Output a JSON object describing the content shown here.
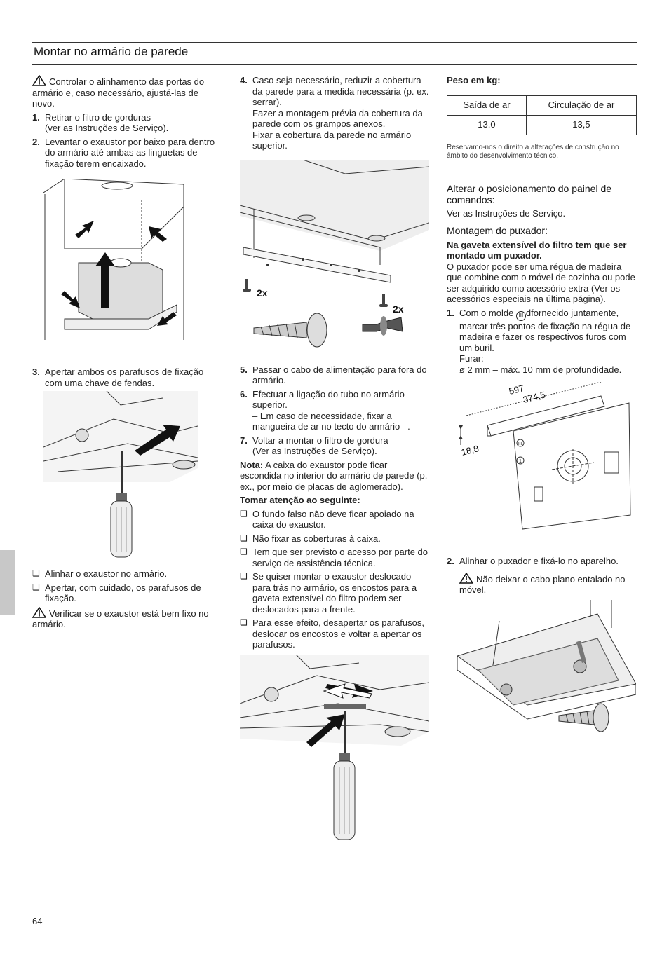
{
  "header": {
    "title": "Montar no armário de parede"
  },
  "col1": {
    "warning1": "Controlar o alinhamento das portas do armário e, caso necessário, ajustá-las de novo.",
    "steps": [
      {
        "n": "1.",
        "text": "Retirar o filtro de gorduras",
        "text2": "(ver as Instruções de Serviço)."
      },
      {
        "n": "2.",
        "text": "Levantar o exaustor por baixo para dentro do armário até ambas as linguetas de fixação terem encaixado."
      }
    ],
    "step3": {
      "n": "3.",
      "text": "Apertar ambos os parafusos de fixação com uma chave de fendas."
    },
    "checks": [
      "Alinhar o exaustor no armário.",
      "Apertar, com cuidado,  os parafusos de fixação."
    ],
    "warning2": "Verificar se o exaustor está bem fixo no armário."
  },
  "col2": {
    "step4": {
      "n": "4.",
      "line1": "Caso seja necessário, reduzir a cobertura da parede para a medida necessária (p. ex. serrar).",
      "line2": "Fazer a montagem prévia da cobertura da parede com os grampos anexos.",
      "line3": "Fixar a cobertura da parede no armário superior."
    },
    "fig_label_a": "2x",
    "fig_label_b": "2x",
    "steps": [
      {
        "n": "5.",
        "text": "Passar o cabo de alimentação  para fora do armário."
      },
      {
        "n": "6.",
        "text": "Efectuar a ligação do tubo no armário superior.",
        "text2": "– Em caso de necessidade, fixar a mangueira de ar no tecto do armário –."
      },
      {
        "n": "7.",
        "text": "Voltar a montar o filtro de gordura",
        "text2": "(Ver as Instruções de Serviço)."
      }
    ],
    "note_label": "Nota:",
    "note_text": " A caixa do exaustor pode ficar escondida no interior do armário de parede (p. ex., por meio de placas de aglomerado).",
    "attention": "Tomar atenção ao seguinte:",
    "checks": [
      "O fundo falso não deve ficar apoiado na caixa do exaustor.",
      "Não fixar as coberturas à caixa.",
      "Tem que ser previsto o acesso por parte do serviço de assistência técnica.",
      "Se quiser montar o exaustor deslocado para trás no armário, os encostos para a gaveta extensível do filtro podem ser deslocados para a frente.",
      "Para esse efeito, desapertar os parafusos, deslocar os encostos e voltar a apertar os parafusos."
    ]
  },
  "col3": {
    "weight_label": "Peso em kg:",
    "table": {
      "headers": [
        "Saída de ar",
        "Circulação de ar"
      ],
      "values": [
        "13,0",
        "13,5"
      ]
    },
    "disclaimer": "Reservamo-nos o direito a alterações de construção no âmbito do desenvolvimento técnico.",
    "panel_heading": "Alterar o posicionamento do painel de comandos:",
    "panel_text": "Ver as Instruções de Serviço.",
    "handle_heading": "Montagem do puxador:",
    "handle_bold": "Na gaveta extensível do filtro tem que ser montado um puxador.",
    "handle_text": "O puxador pode ser uma régua de madeira que combine com o móvel de cozinha ou pode ser adquirido como acessório extra (Ver os acessórios especiais na última página).",
    "step1": {
      "n": "1.",
      "pre": "Com o molde ",
      "mold": "III",
      "post": "dfornecido juntamente, marcar três pontos de fixação na régua de madeira e fazer os respectivos furos com um buril.",
      "drill": "Furar:",
      "drill_spec": "ø 2 mm – máx. 10 mm de profundidade."
    },
    "dims": {
      "d1": "597",
      "d2": "374,5",
      "d3": "18,8",
      "m1": "III",
      "m2": "1"
    },
    "step2": {
      "n": "2.",
      "text": "Alinhar o puxador e fixá-lo no aparelho."
    },
    "warning": "Não deixar o cabo plano entalado no móvel."
  },
  "footer": {
    "page": "64"
  }
}
